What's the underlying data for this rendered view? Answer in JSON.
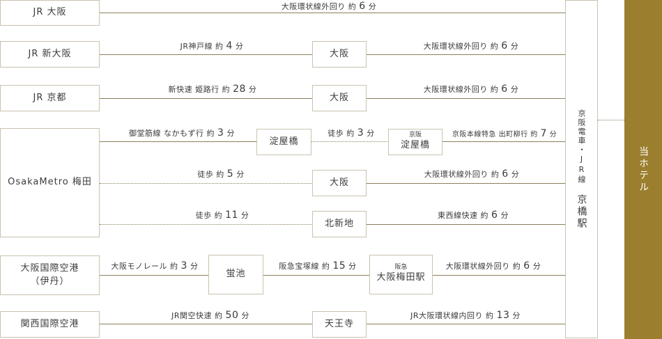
{
  "origins": {
    "jr_osaka": "JR 大阪",
    "jr_shin_osaka": "JR 新大阪",
    "jr_kyoto": "JR 京都",
    "metro_umeda": "OsakaMetro 梅田",
    "itami_line1": "大阪国際空港",
    "itami_line2": "（伊丹）",
    "kansai_airport": "関西国際空港"
  },
  "stations": {
    "osaka": "大阪",
    "yodoyabashi": "淀屋橋",
    "keihan_prefix": "京阪",
    "kitashinchi": "北新地",
    "hotarugaike": "蛍池",
    "hankyu_prefix": "阪急",
    "hankyu_umeda": "大阪梅田駅",
    "tennoji": "天王寺"
  },
  "routes": {
    "r1_seg1": {
      "name": "大阪環状線外回り 約",
      "num": "6",
      "unit": "分"
    },
    "r2_seg1": {
      "name": "JR神戸線 約",
      "num": "4",
      "unit": "分"
    },
    "r2_seg2": {
      "name": "大阪環状線外回り 約",
      "num": "6",
      "unit": "分"
    },
    "r3_seg1": {
      "name": "新快速 姫路行 約",
      "num": "28",
      "unit": "分"
    },
    "r3_seg2": {
      "name": "大阪環状線外回り 約",
      "num": "6",
      "unit": "分"
    },
    "r4_seg1": {
      "name": "御堂筋線 なかもず行 約",
      "num": "3",
      "unit": "分"
    },
    "r4_seg2": {
      "name": "徒歩 約",
      "num": "3",
      "unit": "分"
    },
    "r4_seg3": {
      "name": "京阪本線特急 出町柳行 約",
      "num": "7",
      "unit": "分"
    },
    "r5_seg1": {
      "name": "徒歩 約",
      "num": "5",
      "unit": "分"
    },
    "r5_seg2": {
      "name": "大阪環状線外回り 約",
      "num": "6",
      "unit": "分"
    },
    "r6_seg1": {
      "name": "徒歩 約",
      "num": "11",
      "unit": "分"
    },
    "r6_seg2": {
      "name": "東西線快速 約",
      "num": "6",
      "unit": "分"
    },
    "r7_seg1": {
      "name": "大阪モノレール 約",
      "num": "3",
      "unit": "分"
    },
    "r7_seg2": {
      "name": "阪急宝塚線 約",
      "num": "15",
      "unit": "分"
    },
    "r7_seg3": {
      "name": "大阪環状線外回り 約",
      "num": "6",
      "unit": "分"
    },
    "r8_seg1": {
      "name": "JR関空快速 約",
      "num": "50",
      "unit": "分"
    },
    "r8_seg2": {
      "name": "JR大阪環状線内回り 約",
      "num": "13",
      "unit": "分"
    }
  },
  "destination": {
    "line": "京阪電車・JR線",
    "station": "京橋駅"
  },
  "hotel": "当ホテル"
}
